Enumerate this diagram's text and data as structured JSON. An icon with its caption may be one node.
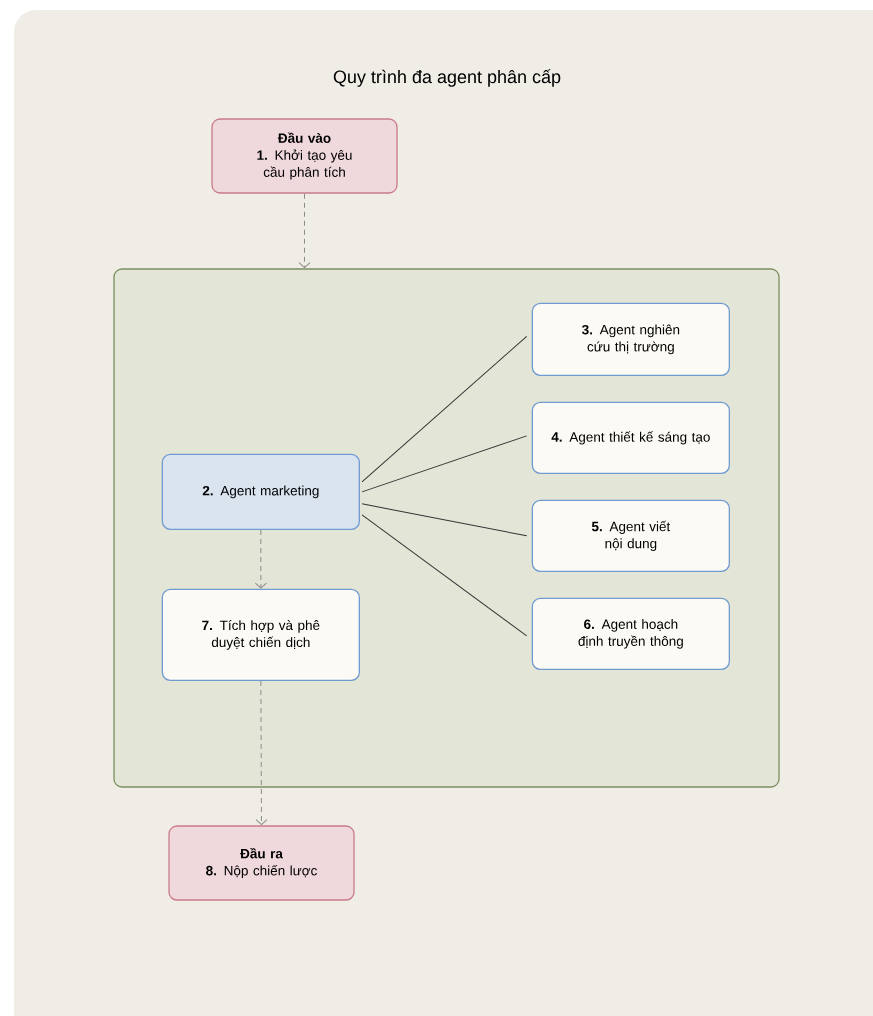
{
  "diagram": {
    "title": "Quy trình đa agent phân cấp",
    "nodes": [
      {
        "text": [
          "Đầu vào",
          "**1.** Khởi tạo yêu cầu phân tích"
        ]
      },
      {
        "text": [],
        "shape": "box"
      },
      {
        "text": [
          "**2.** Agent marketing"
        ],
        "in": 1
      },
      {
        "text": [
          "**3.** Agent nghiên cứu thị trường"
        ],
        "in": 1
      },
      {
        "text": [
          "**4.** Agent thiết kế sáng tạo"
        ],
        "in": 1
      },
      {
        "text": [
          "**5.** Agent viết nội dung"
        ],
        "in": 1
      },
      {
        "text": [
          "**6.** Agent hoạch định truyền thông"
        ],
        "in": 1
      },
      {
        "text": [
          "**7.** Tích hợp và phê duyệt chiến dịch"
        ],
        "in": 1
      },
      {
        "text": [
          "Đầu ra",
          "**8.** Nộp chiến lược"
        ]
      }
    ],
    "edges": [
      {
        "from": 0,
        "to": 1,
        "arrow": "to",
        "style": "dashed",
        "color": "#8c8c8c"
      },
      {
        "from": 2,
        "to": 3,
        "arrow": "none"
      },
      {
        "from": 2,
        "to": 4,
        "arrow": "none"
      },
      {
        "from": 2,
        "to": 5,
        "arrow": "none"
      },
      {
        "from": 2,
        "to": 6,
        "arrow": "none"
      },
      {
        "from": 2,
        "to": 7,
        "arrow": "to",
        "style": "dashed",
        "color": "#8c8c8c"
      },
      {
        "from": 7,
        "to": 8,
        "arrow": "to",
        "style": "dashed",
        "color": "#8c8c8c"
      }
    ]
  }
}
